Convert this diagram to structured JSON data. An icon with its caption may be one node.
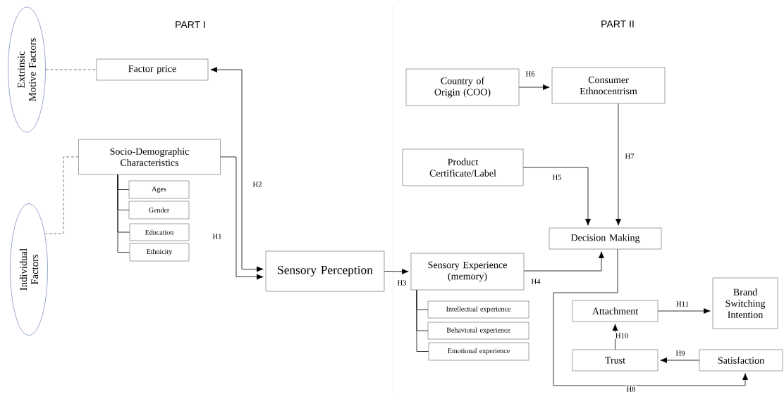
{
  "diagram": {
    "nodes": [
      {
        "text": [
          "Extrinsic Motive Factors"
        ]
      },
      {
        "text": [
          "Individual Factors"
        ]
      },
      {
        "text": [
          "Factor price"
        ]
      },
      {
        "text": [
          "Socio-Demographic Characteristics"
        ]
      },
      {
        "text": [
          "Ages"
        ]
      },
      {
        "text": [
          "Gender"
        ]
      },
      {
        "text": [
          "Education"
        ]
      },
      {
        "text": [
          "Ethnicity"
        ]
      },
      {
        "text": [
          "Sensory Perception"
        ]
      },
      {
        "text": [
          "Country of Origin (COO)"
        ]
      },
      {
        "text": [
          "Consumer Ethnocentrism"
        ]
      },
      {
        "text": [
          "Product Certificate/Label"
        ]
      },
      {
        "text": [
          "Decision Making"
        ]
      },
      {
        "text": [
          "Sensory Experience (memory)"
        ]
      },
      {
        "text": [
          "Intellectual experience"
        ]
      },
      {
        "text": [
          "Behavioral experience"
        ]
      },
      {
        "text": [
          "Emotional experience"
        ]
      },
      {
        "text": [
          "Attachment"
        ]
      },
      {
        "text": [
          "Brand Switching Intention"
        ]
      },
      {
        "text": [
          "Trust"
        ]
      },
      {
        "text": [
          "Satisfaction"
        ]
      }
    ],
    "edges": [
      {
        "from": 0,
        "to": 2,
        "arrow": "none",
        "style": "dashed"
      },
      {
        "from": 1,
        "to": 3,
        "arrow": "none",
        "style": "dashed"
      },
      {
        "from": 3,
        "to": 4,
        "arrow": "none"
      },
      {
        "from": 3,
        "to": 5,
        "arrow": "none"
      },
      {
        "from": 3,
        "to": 6,
        "arrow": "none"
      },
      {
        "from": 3,
        "to": 7,
        "arrow": "none"
      },
      {
        "from": 3,
        "to": 8,
        "arrow": "to",
        "label": "H1"
      },
      {
        "from": 2,
        "to": 8,
        "arrow": "both",
        "label": "H2"
      },
      {
        "from": 8,
        "to": 13,
        "arrow": "to",
        "label": "H3"
      },
      {
        "from": 9,
        "to": 10,
        "arrow": "to",
        "label": "H6"
      },
      {
        "from": 10,
        "to": 12,
        "arrow": "to",
        "label": "H7"
      },
      {
        "from": 11,
        "to": 12,
        "arrow": "to",
        "label": "H5"
      },
      {
        "from": 13,
        "to": 12,
        "arrow": "to",
        "label": "H4"
      },
      {
        "from": 12,
        "to": 20,
        "arrow": "to",
        "label": "H8"
      },
      {
        "from": 20,
        "to": 19,
        "arrow": "to",
        "label": "H9"
      },
      {
        "from": 19,
        "to": 17,
        "arrow": "to",
        "label": "H10"
      },
      {
        "from": 17,
        "to": 18,
        "arrow": "to",
        "label": "H11"
      },
      {
        "from": 13,
        "to": 14,
        "arrow": "none"
      },
      {
        "from": 13,
        "to": 15,
        "arrow": "none"
      },
      {
        "from": 13,
        "to": 16,
        "arrow": "none"
      }
    ],
    "labels": [
      "PART I",
      "PART II"
    ]
  }
}
